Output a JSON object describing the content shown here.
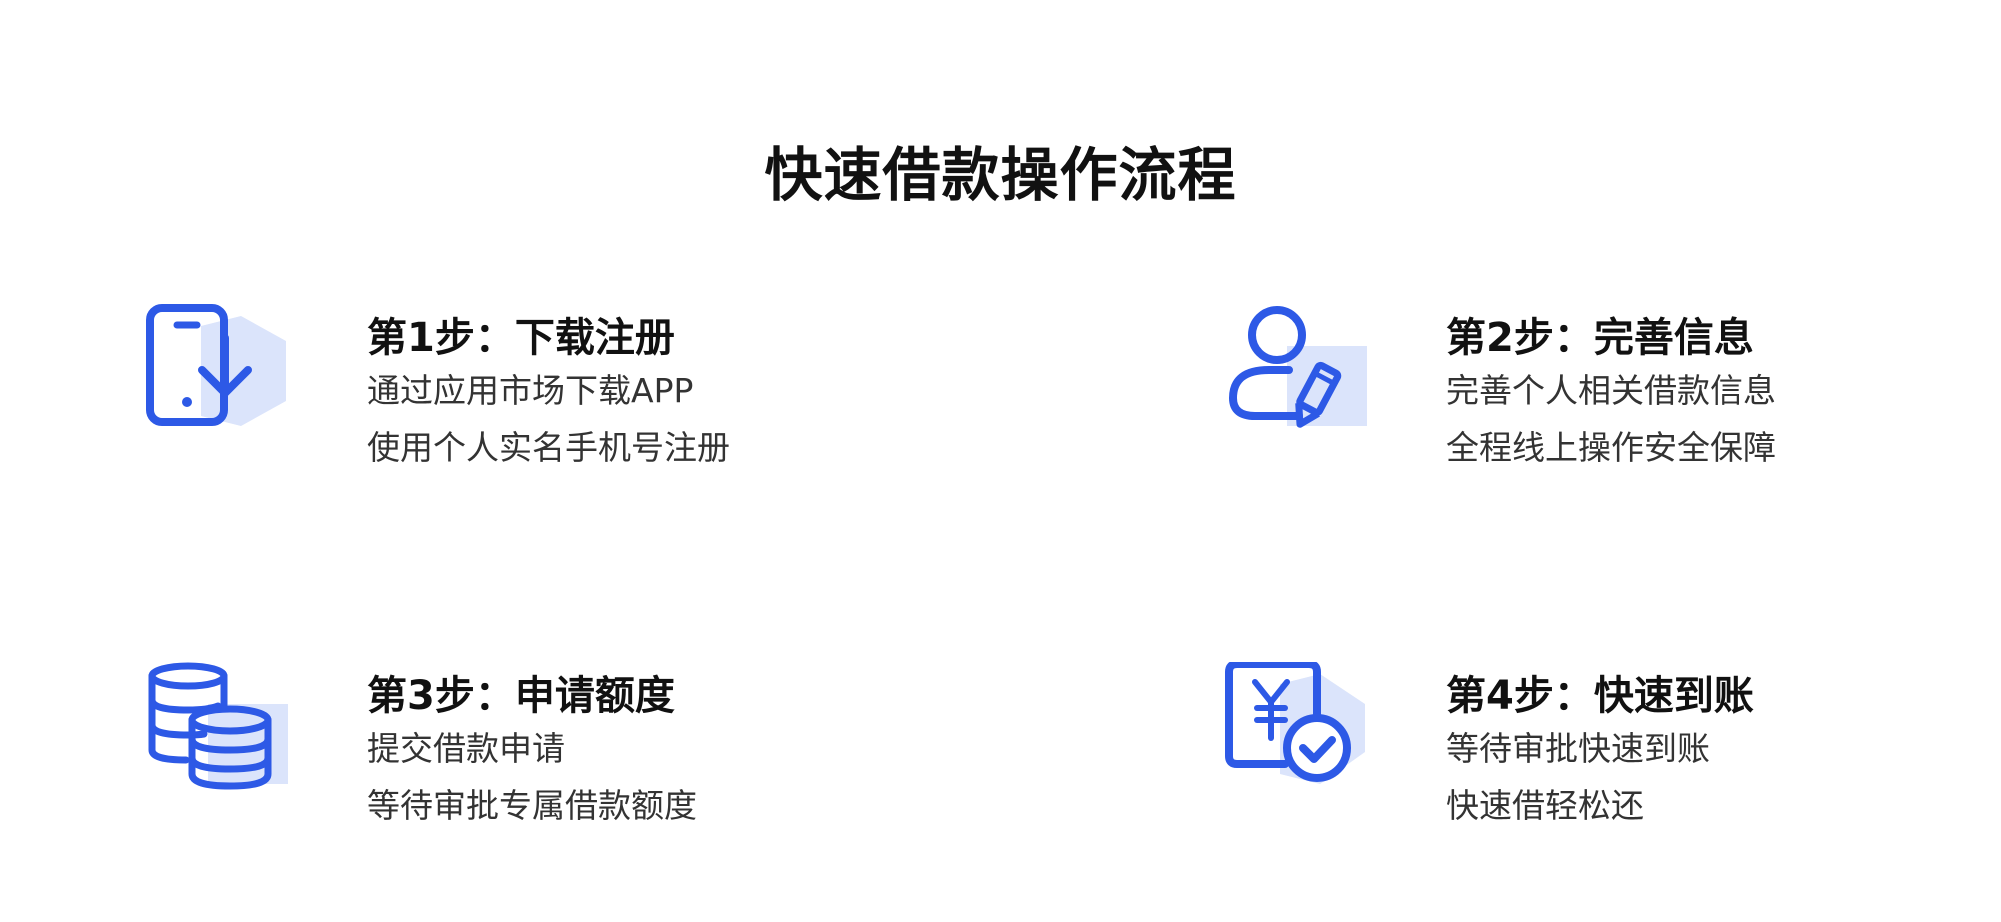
{
  "page": {
    "title": "快速借款操作流程"
  },
  "colors": {
    "icon_stroke": "#2d59e6",
    "icon_shadow": "#dbe4fb",
    "title_text": "#111111",
    "body_text": "#333333"
  },
  "steps": [
    {
      "icon": "phone-download-icon",
      "title": "第1步：下载注册",
      "lines": [
        "通过应用市场下载APP",
        "使用个人实名手机号注册"
      ]
    },
    {
      "icon": "user-edit-icon",
      "title": "第2步：完善信息",
      "lines": [
        "完善个人相关借款信息",
        "全程线上操作安全保障"
      ]
    },
    {
      "icon": "coins-stack-icon",
      "title": "第3步：申请额度",
      "lines": [
        "提交借款申请",
        "等待审批专属借款额度"
      ]
    },
    {
      "icon": "yuan-approve-icon",
      "title": "第4步：快速到账",
      "lines": [
        "等待审批快速到账",
        "快速借轻松还"
      ]
    }
  ]
}
